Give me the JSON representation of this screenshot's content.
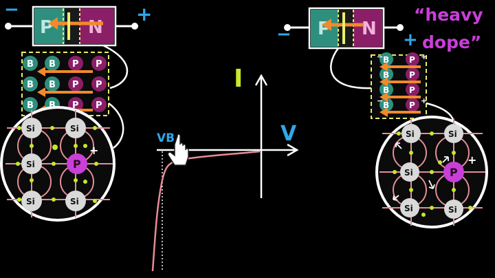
{
  "colors": {
    "background": "#000000",
    "p_region": "#2f8f7e",
    "n_region": "#8a1f68",
    "arrow_orange": "#f28a2c",
    "depletion_edge": "#e8f06a",
    "dot_green": "#c6e82c",
    "bond_pink": "#e58e98",
    "curve_pink": "#e88c97",
    "text_blue": "#2ea8e8",
    "text_magenta": "#c93fd8",
    "sign_white": "#ffffff"
  },
  "left_diode": {
    "minus": "−",
    "plus": "+",
    "p_label": "P",
    "n_label": "N",
    "boron_label": "B",
    "phosphorus_label": "P",
    "lattice": {
      "si_label": "Si",
      "dopant_label": "P",
      "dopant_charge": "+"
    }
  },
  "right_diode": {
    "minus": "−",
    "plus": "+",
    "p_label": "P",
    "n_label": "N",
    "boron_label": "B",
    "phosphorus_label": "P",
    "annotation_line1": "“heavy",
    "annotation_line2": "dope”",
    "lattice": {
      "si_label": "Si",
      "dopant_label": "P",
      "dopant_charge": "+"
    }
  },
  "graph": {
    "y_axis_label": "I",
    "x_axis_label": "V",
    "breakdown_label": "VB"
  },
  "icons": {
    "cursor": "hand-pointer-icon"
  }
}
